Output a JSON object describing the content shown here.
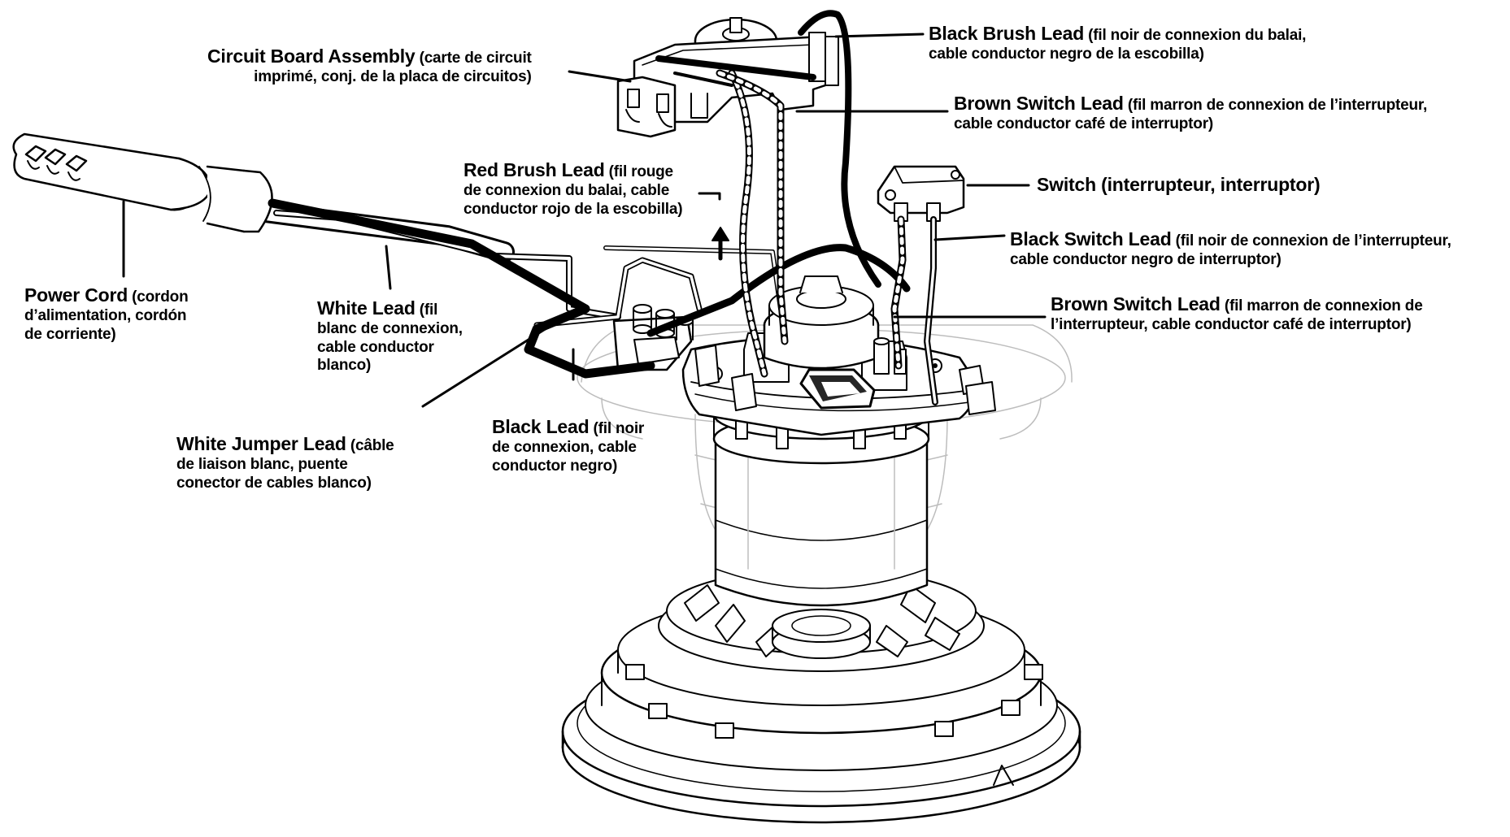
{
  "labels": {
    "circuit_board": {
      "name": "Circuit Board Assembly",
      "line1_rest": " (carte de circuit",
      "line2": "imprimé, conj. de la placa de circuitos)"
    },
    "power_cord": {
      "name": "Power Cord",
      "line1_rest": " (cordon",
      "line2": "d’alimentation, cordón",
      "line3": "de corriente)"
    },
    "white_lead": {
      "name": "White Lead",
      "line1_rest": " (fil",
      "line2": "blanc de connexion,",
      "line3": "cable conductor",
      "line4": "blanco)"
    },
    "white_jumper_lead": {
      "name": "White Jumper Lead",
      "line1_rest": " (câble",
      "line2": "de liaison blanc, puente",
      "line3": "conector de cables blanco)"
    },
    "red_brush_lead": {
      "name": "Red Brush Lead",
      "line1_rest": " (fil rouge",
      "line2": "de connexion du balai, cable",
      "line3": "conductor rojo de la escobilla)"
    },
    "black_lead": {
      "name": "Black Lead",
      "line1_rest": " (fil noir",
      "line2": "de connexion, cable",
      "line3": "conductor negro)"
    },
    "black_brush_lead": {
      "name": "Black Brush Lead",
      "line1_rest": " (fil noir de connexion du balai,",
      "line2": "cable conductor negro de la escobilla)"
    },
    "brown_switch_lead_top": {
      "name": "Brown Switch Lead",
      "line1_rest": " (fil marron de connexion de l’interrupteur,",
      "line2": "cable conductor café de interruptor)"
    },
    "switch": {
      "name": "Switch",
      "line1_rest": " (interrupteur, interruptor)"
    },
    "black_switch_lead": {
      "name": "Black Switch Lead",
      "line1_rest": " (fil noir de connexion de l’interrupteur,",
      "line2": "cable conductor negro de interruptor)"
    },
    "brown_switch_lead_bottom": {
      "name": "Brown Switch Lead",
      "line1_rest": " (fil marron de connexion de",
      "line2": "l’interrupteur, cable conductor café de interruptor)"
    }
  }
}
